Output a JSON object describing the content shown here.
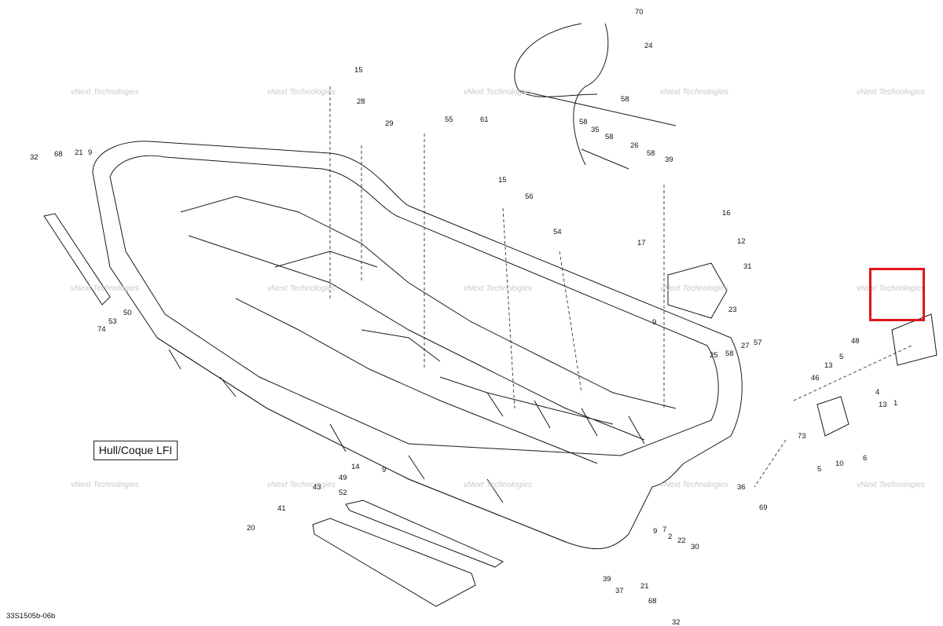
{
  "diagram": {
    "title": "Hull/Coque LFI",
    "reference": "33S1505b-06b",
    "watermark": "vNext\nTechnologies",
    "highlight_color": "#e0141a",
    "callouts": {
      "c70": "70",
      "c24": "24",
      "c15a": "15",
      "c28": "28",
      "c61": "61",
      "c58a": "58",
      "c58b": "58",
      "c35": "35",
      "c58c": "58",
      "c26": "26",
      "c58d": "58",
      "c39a": "39",
      "c29": "29",
      "c55": "55",
      "c15b": "15",
      "c56": "56",
      "c32a": "32",
      "c68a": "68",
      "c21a": "21",
      "c9a": "9",
      "c54": "54",
      "c16": "16",
      "c17": "17",
      "c12": "12",
      "c31": "31",
      "c23": "23",
      "c9b": "9",
      "c50": "50",
      "c53": "53",
      "c74": "74",
      "c27": "27",
      "c57": "57",
      "c58e": "58",
      "c25": "25",
      "c48": "48",
      "c13a": "13",
      "c5a": "5",
      "c46": "46",
      "c4": "4",
      "c1": "1",
      "c13b": "13",
      "c73": "73",
      "c6": "6",
      "c10": "10",
      "c5b": "5",
      "c14": "14",
      "c9c": "9",
      "c49": "49",
      "c43": "43",
      "c52": "52",
      "c41": "41",
      "c20": "20",
      "c36": "36",
      "c69": "69",
      "c7": "7",
      "c2": "2",
      "c22": "22",
      "c30": "30",
      "c9d": "9",
      "c39b": "39",
      "c37": "37",
      "c21b": "21",
      "c68b": "68",
      "c32b": "32"
    }
  }
}
